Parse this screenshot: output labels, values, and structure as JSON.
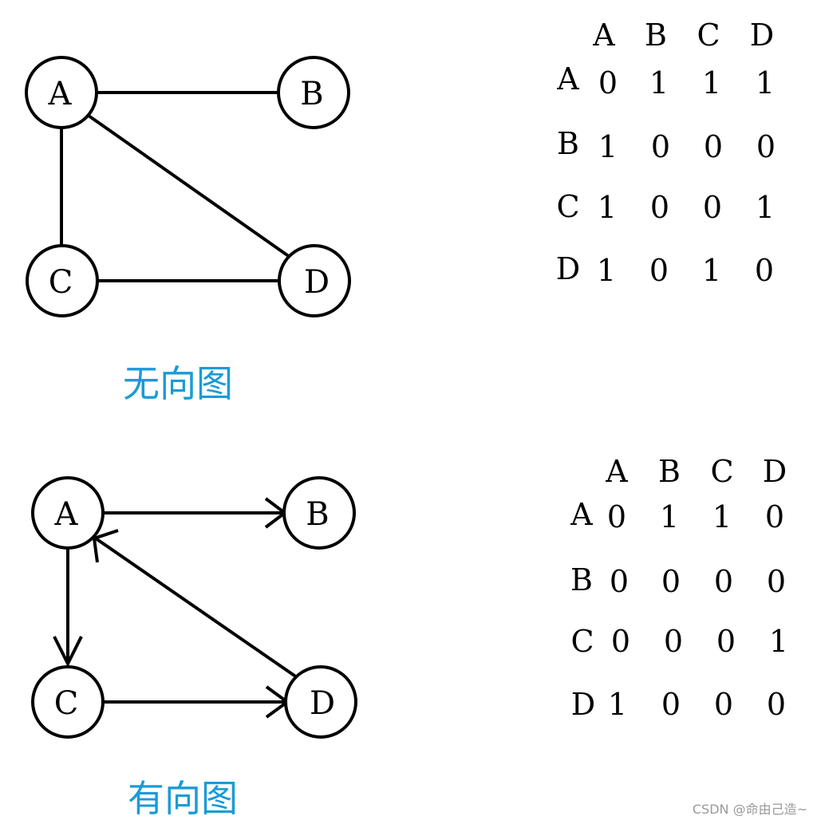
{
  "undirected": {
    "caption": "无向图",
    "nodes": [
      "A",
      "B",
      "C",
      "D"
    ],
    "edges": [
      [
        "A",
        "B"
      ],
      [
        "A",
        "C"
      ],
      [
        "A",
        "D"
      ],
      [
        "C",
        "D"
      ]
    ],
    "matrix": {
      "col_headers": [
        "A",
        "B",
        "C",
        "D"
      ],
      "row_headers": [
        "A",
        "B",
        "C",
        "D"
      ],
      "rows": [
        [
          "0",
          "1",
          "1",
          "1"
        ],
        [
          "1",
          "0",
          "0",
          "0"
        ],
        [
          "1",
          "0",
          "0",
          "1"
        ],
        [
          "1",
          "0",
          "1",
          "0"
        ]
      ]
    }
  },
  "directed": {
    "caption": "有向图",
    "nodes": [
      "A",
      "B",
      "C",
      "D"
    ],
    "edges": [
      [
        "A",
        "B"
      ],
      [
        "A",
        "C"
      ],
      [
        "C",
        "D"
      ],
      [
        "D",
        "A"
      ]
    ],
    "matrix": {
      "col_headers": [
        "A",
        "B",
        "C",
        "D"
      ],
      "row_headers": [
        "A",
        "B",
        "C",
        "D"
      ],
      "rows": [
        [
          "0",
          "1",
          "1",
          "0"
        ],
        [
          "0",
          "0",
          "0",
          "0"
        ],
        [
          "0",
          "0",
          "0",
          "1"
        ],
        [
          "1",
          "0",
          "0",
          "0"
        ]
      ]
    }
  },
  "watermark": "CSDN @命由己造~"
}
